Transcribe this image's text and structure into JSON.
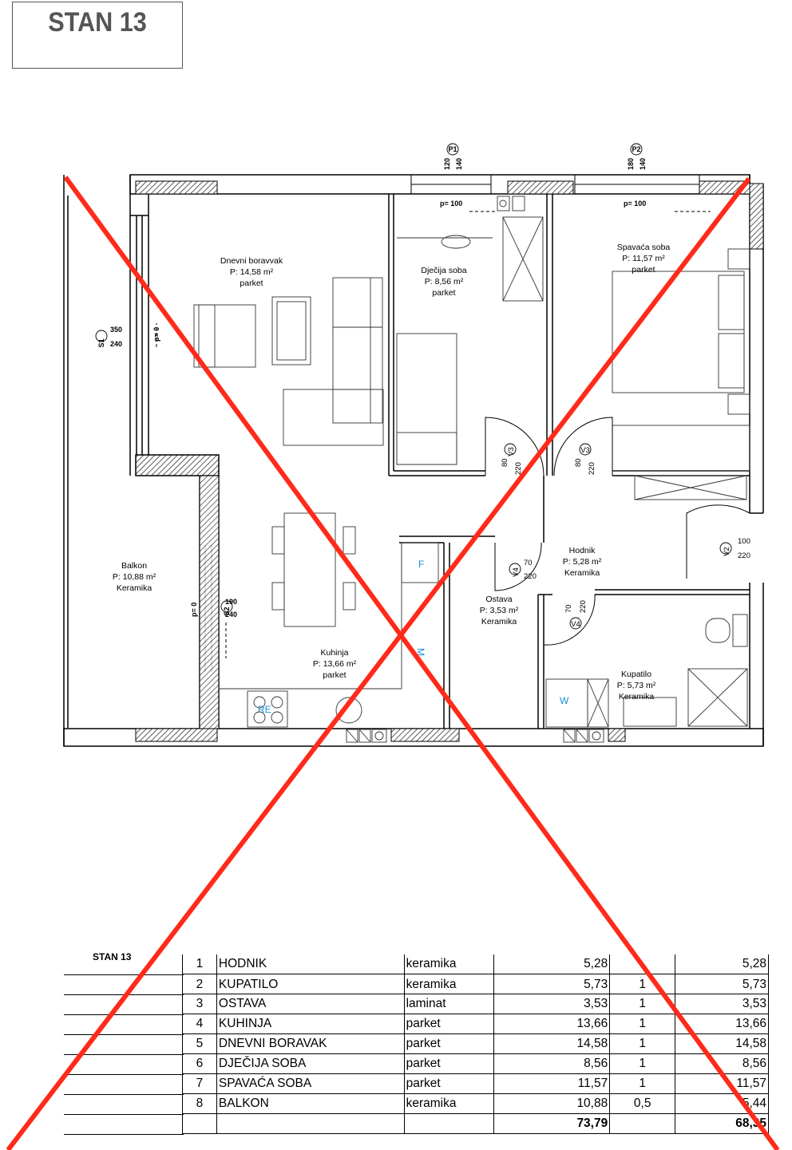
{
  "header": {
    "title": "STAN 13"
  },
  "plan": {
    "rooms": [
      {
        "name": "Dnevni boravvak",
        "area": "P: 14,58 m²",
        "floor": "parket"
      },
      {
        "name": "Dječija soba",
        "area": "P: 8,56 m²",
        "floor": "parket"
      },
      {
        "name": "Spavaća soba",
        "area": "P: 11,57 m²",
        "floor": "parket"
      },
      {
        "name": "Balkon",
        "area": "P: 10,88 m²",
        "floor": "Keramika"
      },
      {
        "name": "Hodnik",
        "area": "P: 5,28 m²",
        "floor": "Keramika"
      },
      {
        "name": "Ostava",
        "area": "P: 3,53 m²",
        "floor": "Keramika"
      },
      {
        "name": "Kuhinja",
        "area": "P: 13,66 m²",
        "floor": "parket"
      },
      {
        "name": "Kupatilo",
        "area": "P: 5,73 m²",
        "floor": "Keramika"
      }
    ],
    "openings": {
      "p1": "P1",
      "p1_h1": "120",
      "p1_h2": "140",
      "p1_sill": "p= 100",
      "p2": "P2",
      "p2_h1": "180",
      "p2_h2": "140",
      "p2_sill": "p= 100",
      "s1": "S1",
      "s1_w": "350",
      "s1_h": "240",
      "s1_sill": "p= 0",
      "s2": "S2",
      "s2_w": "190",
      "s2_h": "240",
      "s2_sill": "p= 0",
      "v3a": "V3",
      "v3a_w": "80",
      "v3a_h": "220",
      "v3b": "V3",
      "v3b_w": "80",
      "v3b_h": "220",
      "v2": "V2",
      "v2_w": "100",
      "v2_h": "220",
      "v4a": "V4",
      "v4a_w": "70",
      "v4a_h": "220",
      "v4b": "V4",
      "v4b_w": "70",
      "v4b_h": "220"
    },
    "appliances": {
      "fridge": "F",
      "stove": "RE",
      "dishwasher": "M",
      "washer": "W"
    }
  },
  "table": {
    "title": "STAN 13",
    "rows": [
      {
        "no": "1",
        "room": "HODNIK",
        "floor": "keramika",
        "area": "5,28",
        "coef": "",
        "net": "5,28"
      },
      {
        "no": "2",
        "room": "KUPATILO",
        "floor": "keramika",
        "area": "5,73",
        "coef": "1",
        "net": "5,73"
      },
      {
        "no": "3",
        "room": "OSTAVA",
        "floor": "laminat",
        "area": "3,53",
        "coef": "1",
        "net": "3,53"
      },
      {
        "no": "4",
        "room": "KUHINJA",
        "floor": "parket",
        "area": "13,66",
        "coef": "1",
        "net": "13,66"
      },
      {
        "no": "5",
        "room": "DNEVNI BORAVAK",
        "floor": "parket",
        "area": "14,58",
        "coef": "1",
        "net": "14,58"
      },
      {
        "no": "6",
        "room": "DJEČIJA SOBA",
        "floor": "parket",
        "area": "8,56",
        "coef": "1",
        "net": "8,56"
      },
      {
        "no": "7",
        "room": "SPAVAĆA SOBA",
        "floor": "parket",
        "area": "11,57",
        "coef": "1",
        "net": "11,57"
      },
      {
        "no": "8",
        "room": "BALKON",
        "floor": "keramika",
        "area": "10,88",
        "coef": "0,5",
        "net": "5,44"
      }
    ],
    "total_area": "73,79",
    "total_net": "68,35"
  },
  "colors": {
    "cross": "#ff2a1a",
    "wall": "#000000",
    "hatch": "#555555",
    "appliance_text": "#1a8fd6"
  }
}
